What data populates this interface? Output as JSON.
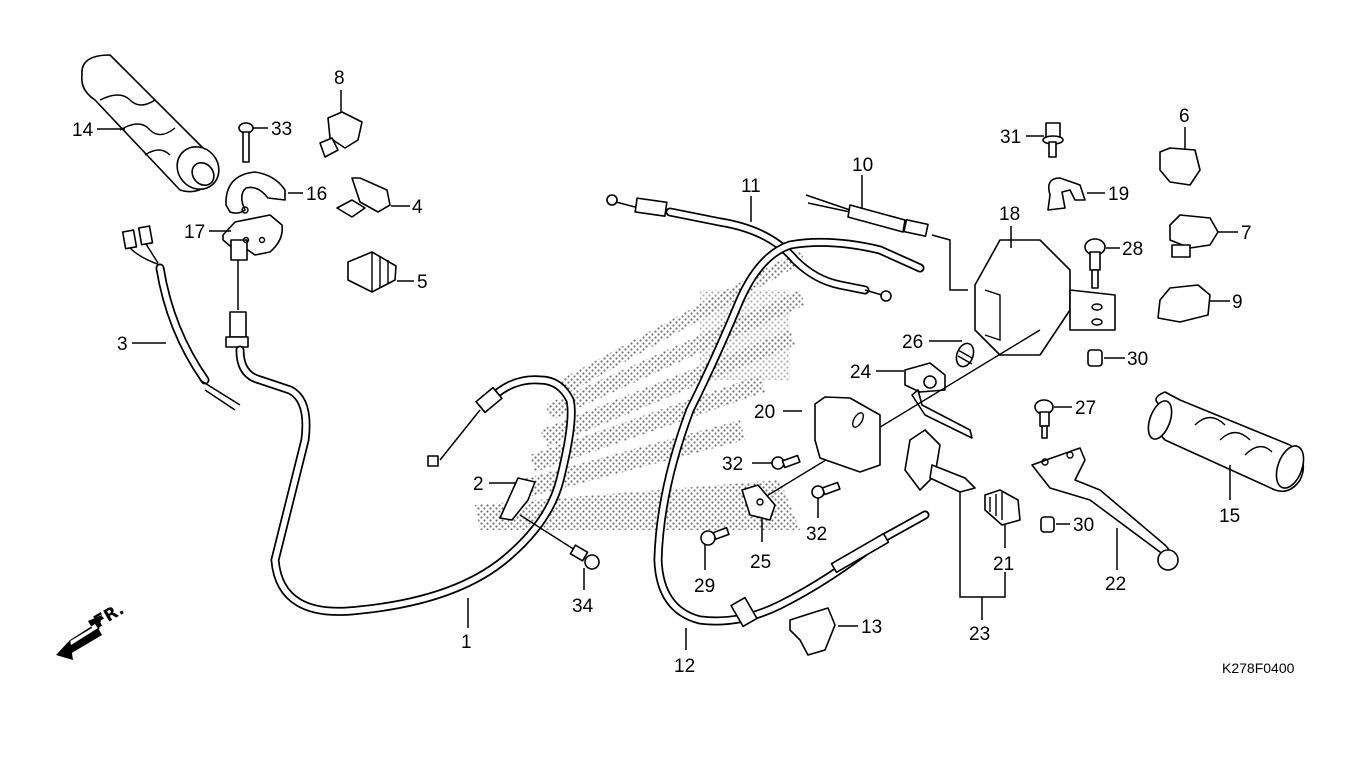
{
  "diagram": {
    "title": "Handlebar lever / switch / cable exploded view",
    "code": "K278F0400",
    "direction_label": "FR.",
    "direction_icon": "front-arrow-icon",
    "watermark": "dotted-wing-logo",
    "callouts": {
      "c1": "1",
      "c2": "2",
      "c3": "3",
      "c4": "4",
      "c5": "5",
      "c6": "6",
      "c7": "7",
      "c8": "8",
      "c9": "9",
      "c10": "10",
      "c11": "11",
      "c12": "12",
      "c13": "13",
      "c14": "14",
      "c15": "15",
      "c16": "16",
      "c17": "17",
      "c18": "18",
      "c19": "19",
      "c20": "20",
      "c21": "21",
      "c22": "22",
      "c23": "23",
      "c24": "24",
      "c25": "25",
      "c26": "26",
      "c27": "27",
      "c28": "28",
      "c29": "29",
      "c30a": "30",
      "c30b": "30",
      "c31": "31",
      "c32a": "32",
      "c32b": "32",
      "c33": "33",
      "c34": "34"
    }
  }
}
